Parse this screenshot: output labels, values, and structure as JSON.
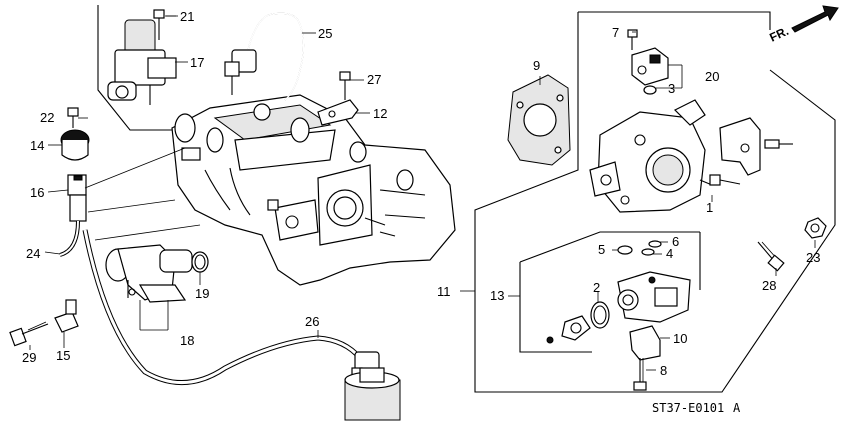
{
  "diagram": {
    "part_labels": [
      "1",
      "2",
      "3",
      "4",
      "5",
      "6",
      "7",
      "8",
      "9",
      "10",
      "11",
      "12",
      "13",
      "14",
      "15",
      "16",
      "17",
      "18",
      "19",
      "20",
      "21",
      "22",
      "23",
      "24",
      "25",
      "26",
      "27",
      "28",
      "29"
    ],
    "direction_label": "FR.",
    "drawing_code": "ST37-E0101",
    "drawing_revision": "A"
  }
}
